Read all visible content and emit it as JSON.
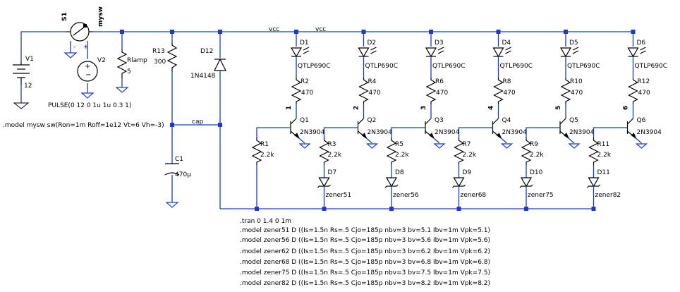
{
  "labels": {
    "s1": "S1",
    "mysw": "mysw",
    "minus": "-",
    "plus": "+",
    "v1": "V1",
    "v1_value": "12",
    "v2": "V2",
    "v2_value": "PULSE(0 12 0 1u 1u 0.3 1)",
    "rlamp": "Rlamp",
    "rlamp_value": "5",
    "r13": "R13",
    "r13_value": "300",
    "d12": "D12",
    "d12_value": "1N4148",
    "c1": "C1",
    "c1_value": "470µ",
    "vcc_1": "vcc",
    "vcc_2": "vcc",
    "cap": "cap",
    "switch_model": ".model mysw sw(Ron=1m Roff=1e12 Vt=6 Vh=-3)"
  },
  "channels": [
    {
      "led": "D1",
      "led_model": "QTLP690C",
      "rc": "R2",
      "rc_value": "470",
      "num": "1",
      "q": "Q1",
      "q_model": "2N3904",
      "rb": "R1",
      "rb_value": "2.2k"
    },
    {
      "led": "D2",
      "led_model": "QTLP690C",
      "rc": "R4",
      "rc_value": "470",
      "num": "2",
      "q": "Q2",
      "q_model": "2N3904",
      "rb": "R3",
      "rb_value": "2.2k",
      "z": "D7",
      "z_model": "zener51"
    },
    {
      "led": "D3",
      "led_model": "QTLP690C",
      "rc": "R6",
      "rc_value": "470",
      "num": "3",
      "q": "Q3",
      "q_model": "2N3904",
      "rb": "R5",
      "rb_value": "2.2k",
      "z": "D8",
      "z_model": "zener56"
    },
    {
      "led": "D4",
      "led_model": "QTLP690C",
      "rc": "R8",
      "rc_value": "470",
      "num": "4",
      "q": "Q4",
      "q_model": "2N3904",
      "rb": "R7",
      "rb_value": "2.2k",
      "z": "D9",
      "z_model": "zener68"
    },
    {
      "led": "D5",
      "led_model": "QTLP690C",
      "rc": "R10",
      "rc_value": "470",
      "num": "5",
      "q": "Q5",
      "q_model": "2N3904",
      "rb": "R9",
      "rb_value": "2.2k",
      "z": "D10",
      "z_model": "zener75"
    },
    {
      "led": "D6",
      "led_model": "QTLP690C",
      "rc": "R12",
      "rc_value": "470",
      "num": "6",
      "q": "Q6",
      "q_model": "2N3904",
      "rb": "R11",
      "rb_value": "2.2k",
      "z": "D11",
      "z_model": "zener82"
    }
  ],
  "directives": [
    ".tran 0 1.4 0 1m",
    ".model zener51 D ((Is=1.5n Rs=.5 Cjo=185p nbv=3 bv=5.1 Ibv=1m Vpk=5.1)",
    ".model zener56 D ((Is=1.5n Rs=.5 Cjo=185p nbv=3 bv=5.6 Ibv=1m Vpk=5.6)",
    ".model zener62 D ((Is=1.5n Rs=.5 Cjo=185p nbv=3 bv=6.2 Ibv=1m Vpk=6.2)",
    ".model zener68 D ((Is=1.5n Rs=.5 Cjo=185p nbv=3 bv=6.8 Ibv=1m Vpk=6.8)",
    ".model zener75 D ((Is=1.5n Rs=.5 Cjo=185p nbv=3 bv=7.5 Ibv=1m Vpk=7.5)",
    ".model zener82 D ((Is=1.5n Rs=.5 Cjo=185p nbv=3 bv=8.2 Ibv=1m Vpk=8.2)"
  ]
}
